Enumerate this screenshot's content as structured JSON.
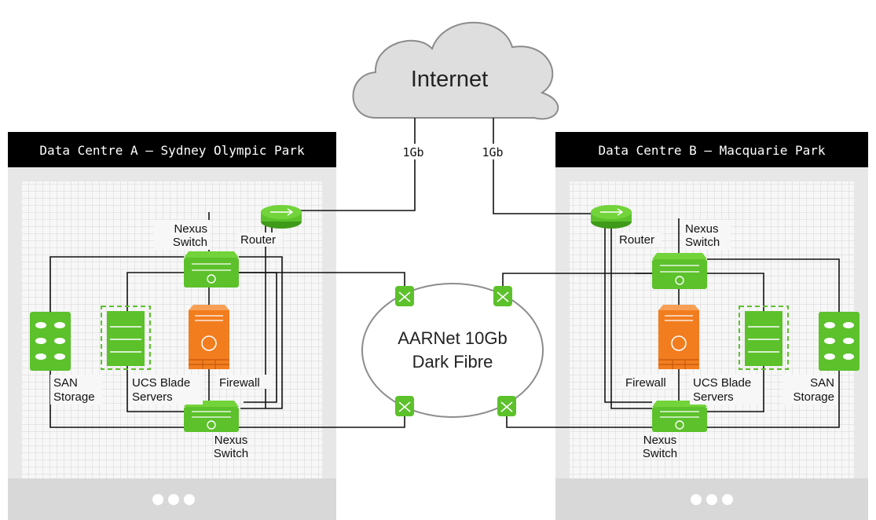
{
  "internet": {
    "label": "Internet"
  },
  "links": {
    "left_speed": "1Gb",
    "right_speed": "1Gb"
  },
  "dark_fibre": {
    "line1": "AARNet 10Gb",
    "line2": "Dark Fibre"
  },
  "data_centre_a": {
    "title": "Data Centre A – Sydney Olympic Park",
    "router": "Router",
    "nexus_top": [
      "Nexus",
      "Switch"
    ],
    "nexus_bottom": [
      "Nexus",
      "Switch"
    ],
    "san": [
      "SAN",
      "Storage"
    ],
    "ucs": [
      "UCS Blade",
      "Servers"
    ],
    "firewall": "Firewall"
  },
  "data_centre_b": {
    "title": "Data Centre B – Macquarie Park",
    "router": "Router",
    "nexus_top": [
      "Nexus",
      "Switch"
    ],
    "nexus_bottom": [
      "Nexus",
      "Switch"
    ],
    "san": [
      "SAN",
      "Storage"
    ],
    "ucs": [
      "UCS Blade",
      "Servers"
    ],
    "firewall": "Firewall"
  },
  "colors": {
    "green": "#5cc12b",
    "green_dark": "#3f9a1a",
    "orange": "#f27d1f",
    "panel_header": "#000000",
    "panel_bg": "#eeeeee",
    "footer": "#d8d8d8",
    "grid": "#d9d9d9"
  },
  "icons": [
    "cloud-icon",
    "router-icon",
    "switch-icon",
    "firewall-icon",
    "server-icon",
    "storage-icon",
    "fibre-node-icon"
  ]
}
